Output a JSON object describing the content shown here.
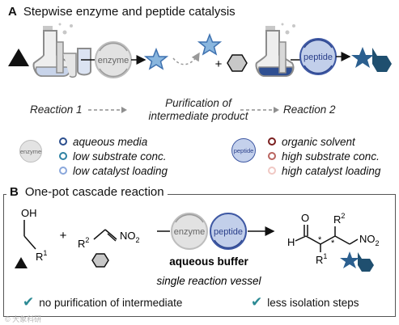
{
  "sectionA": {
    "letter": "A",
    "title": "Stepwise enzyme and peptide catalysis"
  },
  "sectionA_diagram": {
    "enzyme_label": "enzyme",
    "peptide_label": "peptide",
    "plus": "+"
  },
  "flow": {
    "reaction1": "Reaction 1",
    "purification_line1": "Purification of",
    "purification_line2": "intermediate product",
    "reaction2": "Reaction 2"
  },
  "legend": {
    "enzyme_mini": "enzyme",
    "peptide_mini": "peptide",
    "left": [
      "aqueous media",
      "low substrate conc.",
      "low catalyst loading"
    ],
    "right": [
      "organic solvent",
      "high substrate conc.",
      "high catalyst loading"
    ],
    "left_colors": [
      "#2b4e8d",
      "#2f82a3",
      "#8aa7db"
    ],
    "right_colors": [
      "#7a1f1f",
      "#b9645f",
      "#f0c8c4"
    ]
  },
  "sectionB": {
    "letter": "B",
    "title": "One-pot cascade reaction"
  },
  "sectionB_diagram": {
    "oh": "OH",
    "r1": "R",
    "r1_sup": "1",
    "plus": "+",
    "r2": "R",
    "r2_sup": "2",
    "no2": "NO",
    "no2_sub": "2",
    "enzyme_label": "enzyme",
    "peptide_label": "peptide",
    "buffer": "aqueous buffer",
    "vessel": "single reaction vessel",
    "prod_o": "O",
    "prod_h": "H",
    "prod_r1": "R",
    "prod_r1_sup": "1",
    "prod_r2": "R",
    "prod_r2_sup": "2",
    "prod_no2": "NO",
    "prod_no2_sub": "2",
    "star": "*"
  },
  "benefits": [
    "no purification of intermediate",
    "less isolation steps"
  ],
  "watermark": "© 大象科研"
}
